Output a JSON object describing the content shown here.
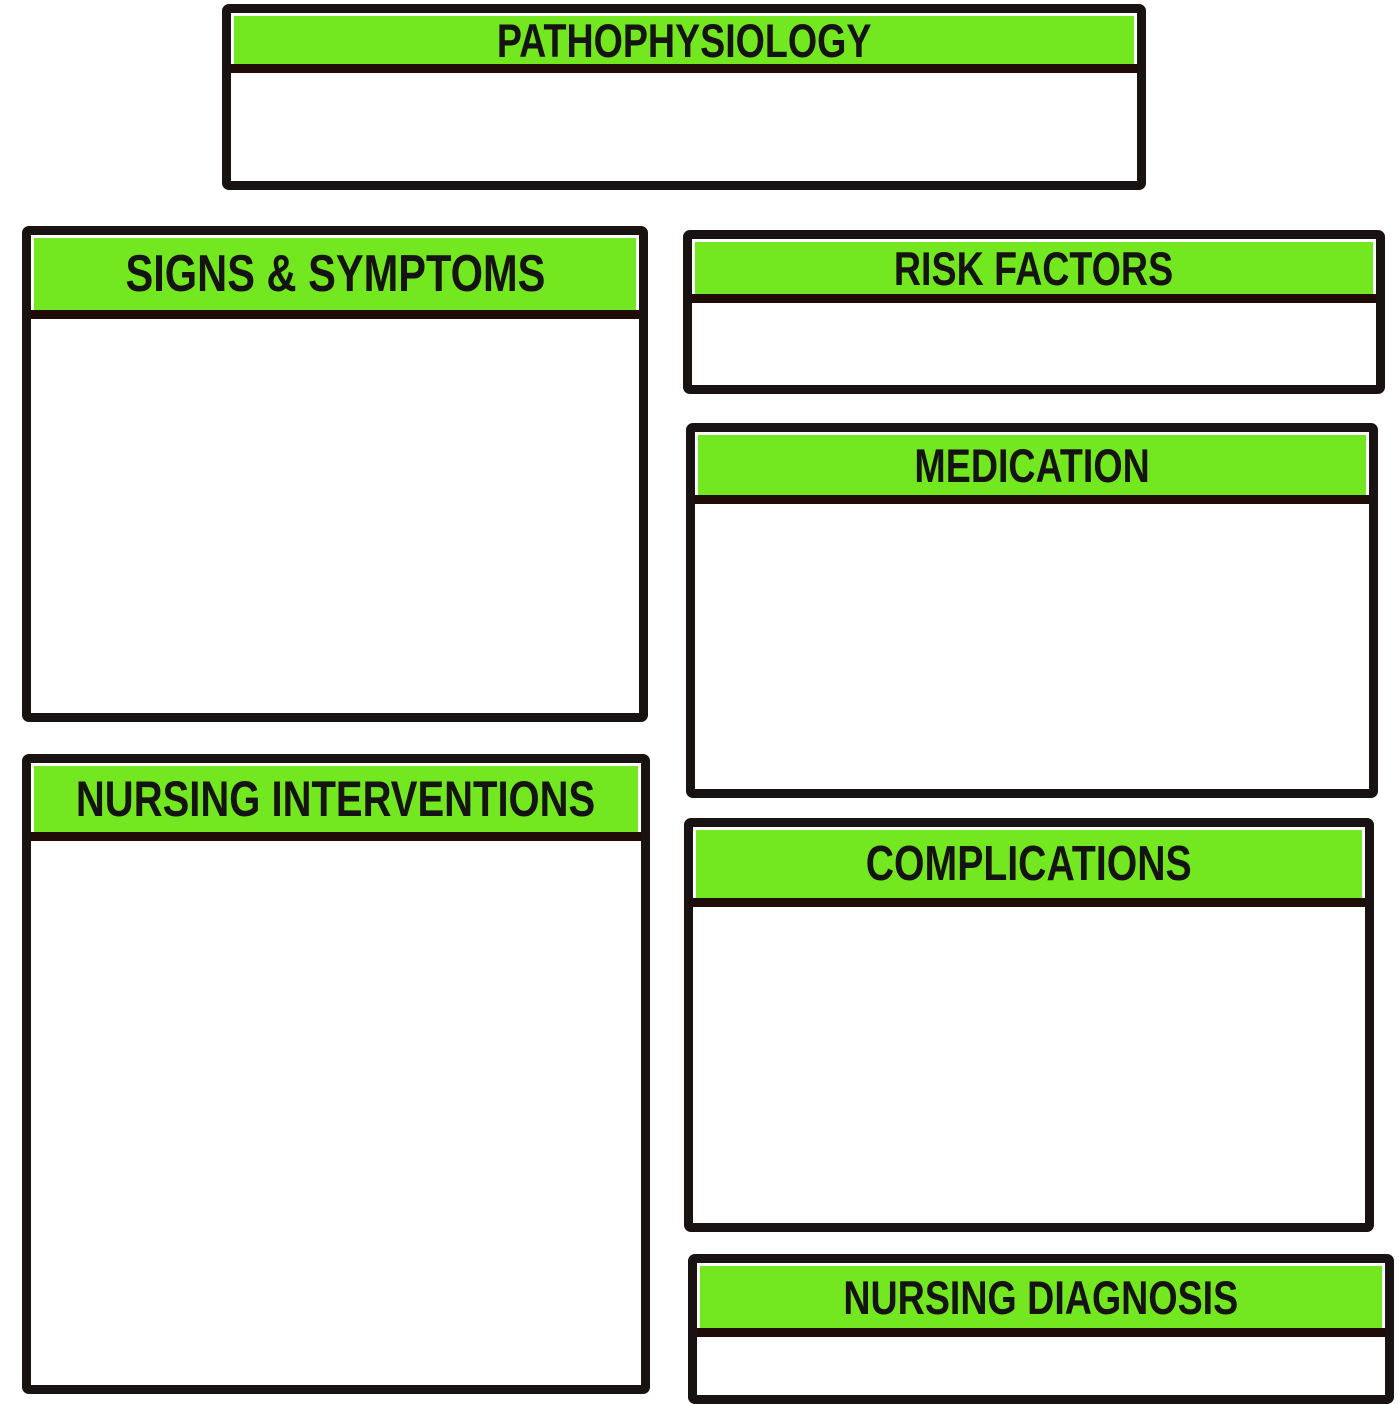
{
  "palette": {
    "green": "#73e71f",
    "border": "#181212",
    "divider": "#200b06",
    "text": "#161313",
    "background": "#ffffff"
  },
  "sections": {
    "pathophysiology": {
      "title": "PATHOPHYSIOLOGY"
    },
    "signs_symptoms": {
      "title": "SIGNS & SYMPTOMS"
    },
    "nursing_interventions": {
      "title": "NURSING INTERVENTIONS"
    },
    "risk_factors": {
      "title": "RISK FACTORS"
    },
    "medication": {
      "title": "MEDICATION"
    },
    "complications": {
      "title": "COMPLICATIONS"
    },
    "nursing_diagnosis": {
      "title": "NURSING DIAGNOSIS"
    }
  }
}
